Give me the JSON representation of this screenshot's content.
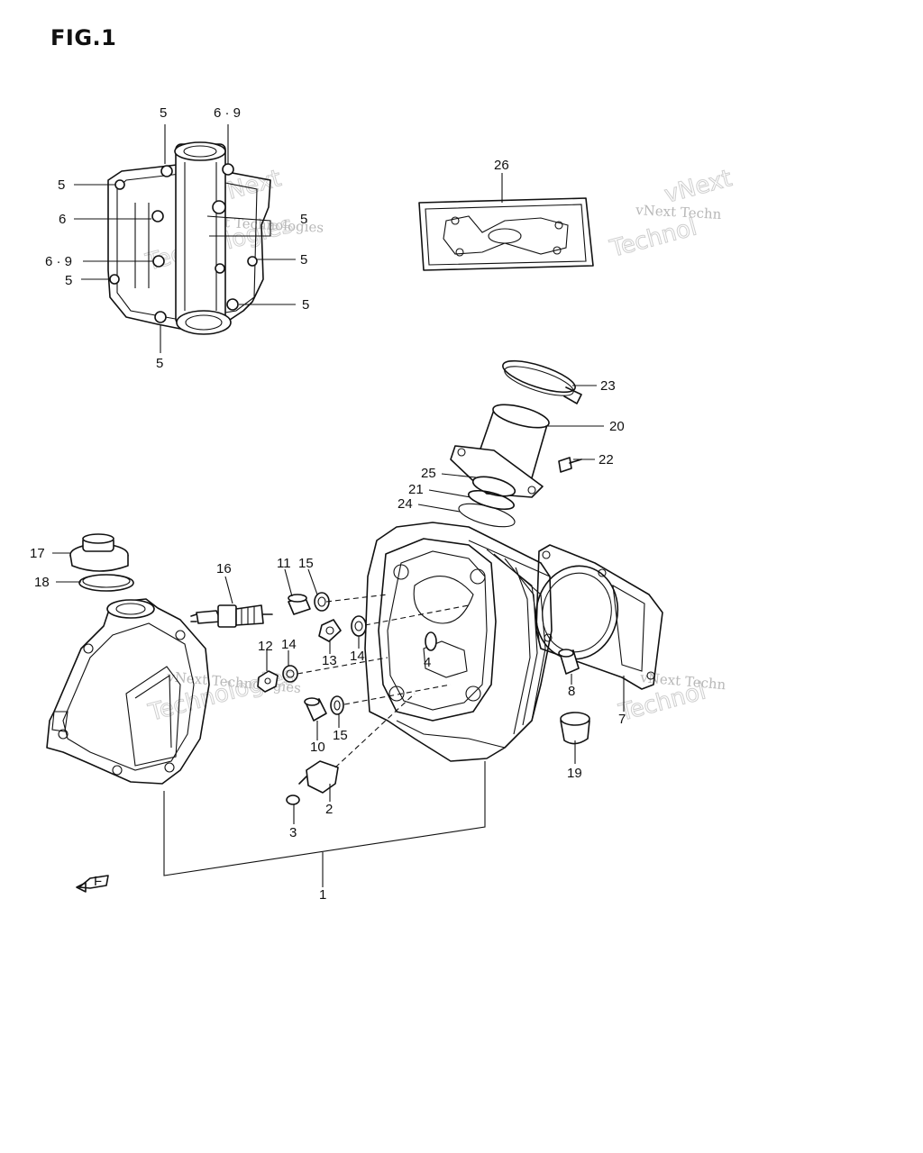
{
  "figure": {
    "title": "FIG.1"
  },
  "callouts": [
    {
      "id": "c5a",
      "text": "5"
    },
    {
      "id": "c69a",
      "text": "6 · 9"
    },
    {
      "id": "c5b",
      "text": "5"
    },
    {
      "id": "c6",
      "text": "6"
    },
    {
      "id": "c69b",
      "text": "6 · 9"
    },
    {
      "id": "c5c",
      "text": "5"
    },
    {
      "id": "c5d",
      "text": "5"
    },
    {
      "id": "c5e",
      "text": "5"
    },
    {
      "id": "c5f",
      "text": "5"
    },
    {
      "id": "c5g",
      "text": "5"
    },
    {
      "id": "c26",
      "text": "26"
    },
    {
      "id": "c23",
      "text": "23"
    },
    {
      "id": "c20",
      "text": "20"
    },
    {
      "id": "c22",
      "text": "22"
    },
    {
      "id": "c25",
      "text": "25"
    },
    {
      "id": "c21",
      "text": "21"
    },
    {
      "id": "c24",
      "text": "24"
    },
    {
      "id": "c17",
      "text": "17"
    },
    {
      "id": "c18",
      "text": "18"
    },
    {
      "id": "c16",
      "text": "16"
    },
    {
      "id": "c11",
      "text": "11"
    },
    {
      "id": "c15a",
      "text": "15"
    },
    {
      "id": "c12",
      "text": "12"
    },
    {
      "id": "c14a",
      "text": "14"
    },
    {
      "id": "c13",
      "text": "13"
    },
    {
      "id": "c14b",
      "text": "14"
    },
    {
      "id": "c4",
      "text": "4"
    },
    {
      "id": "c8",
      "text": "8"
    },
    {
      "id": "c7",
      "text": "7"
    },
    {
      "id": "c10",
      "text": "10"
    },
    {
      "id": "c15b",
      "text": "15"
    },
    {
      "id": "c19",
      "text": "19"
    },
    {
      "id": "c2",
      "text": "2"
    },
    {
      "id": "c3",
      "text": "3"
    },
    {
      "id": "c1",
      "text": "1"
    }
  ],
  "watermarks": [
    {
      "id": "w1",
      "text": "vNext Technologies"
    },
    {
      "id": "w2",
      "text": "vNext Techn"
    },
    {
      "id": "w3",
      "text": "vNext Technologies"
    },
    {
      "id": "w4",
      "text": "vNext Techn"
    }
  ],
  "watermarks_big": [
    {
      "id": "wb1",
      "text": "Technologies"
    },
    {
      "id": "wb2",
      "text": "Technol"
    },
    {
      "id": "wb3",
      "text": "Technologies"
    },
    {
      "id": "wb4",
      "text": "Technol"
    },
    {
      "id": "wb5",
      "text": "vNext"
    },
    {
      "id": "wb6",
      "text": "vNext"
    }
  ],
  "orientation_mark": {
    "text": "F"
  }
}
